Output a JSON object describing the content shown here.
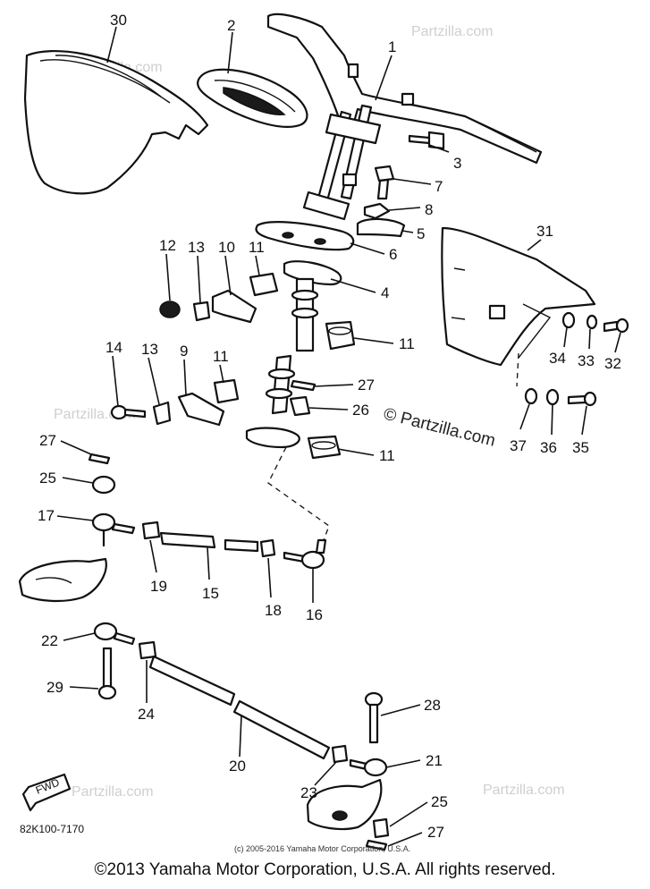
{
  "diagram": {
    "callouts": [
      "30",
      "2",
      "1",
      "3",
      "7",
      "8",
      "5",
      "6",
      "31",
      "12",
      "13",
      "10",
      "11",
      "4",
      "11",
      "14",
      "13",
      "9",
      "11",
      "27",
      "26",
      "34",
      "33",
      "32",
      "37",
      "36",
      "35",
      "11",
      "27",
      "25",
      "17",
      "19",
      "15",
      "18",
      "16",
      "22",
      "29",
      "24",
      "28",
      "20",
      "21",
      "23",
      "25",
      "27"
    ],
    "drawing_code": "82K100-7170",
    "fwd_label": "FWD",
    "watermark_text": "© Partzilla.com",
    "watermark_faint": "Partzilla.com",
    "fine_print": "(c) 2005-2016 Yamaha Motor Corporation, U.S.A."
  },
  "footer": {
    "copyright": "©2013 Yamaha Motor Corporation, U.S.A. All rights reserved."
  }
}
